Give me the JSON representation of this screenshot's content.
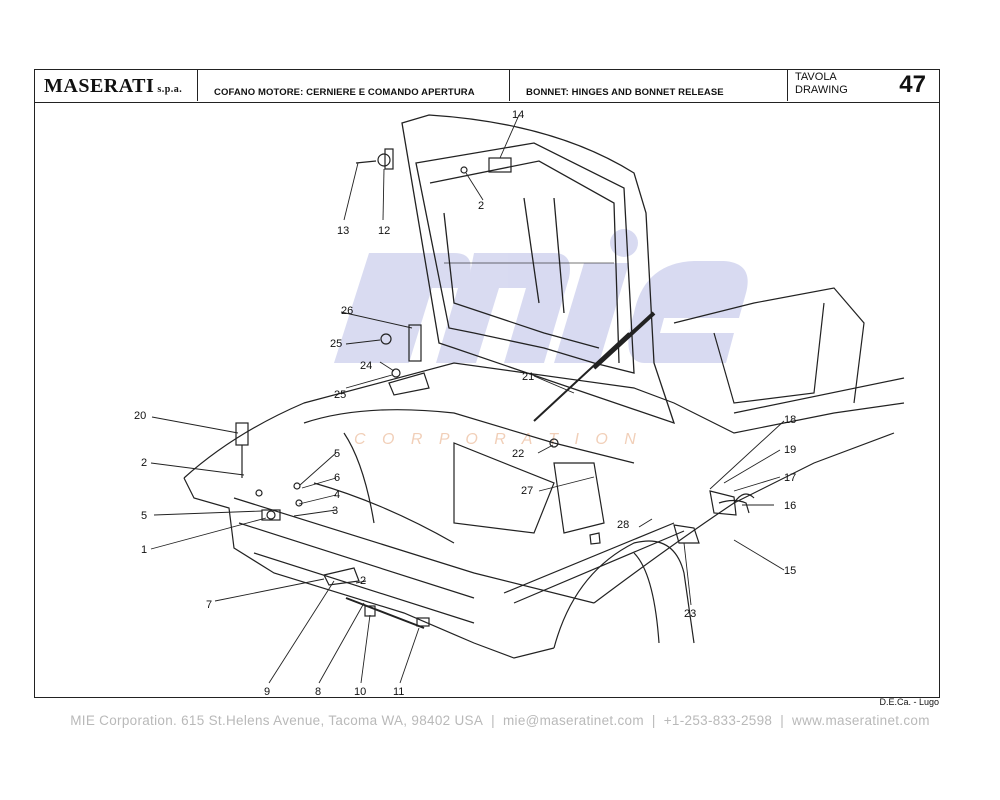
{
  "header": {
    "brand_name": "MASERATI",
    "brand_suffix": "s.p.a.",
    "title_it": "COFANO MOTORE: CERNIERE E COMANDO APERTURA",
    "title_en": "BONNET: HINGES AND BONNET RELEASE",
    "table_label_it": "TAVOLA",
    "table_label_en": "DRAWING",
    "table_number": "47"
  },
  "watermark": {
    "logo_text": "mie",
    "subtitle": "C O R P O R A T I O N"
  },
  "credit": "D.E.Ca. - Lugo",
  "footer": {
    "company": "MIE Corporation. 615 St.Helens Avenue, Tacoma WA, 98402 USA",
    "email": "mie@maseratinet.com",
    "phone": "+1-253-833-2598",
    "website": "www.maseratinet.com",
    "separator": "|"
  },
  "callouts": [
    "1",
    "2",
    "2",
    "2",
    "3",
    "4",
    "5",
    "5",
    "6",
    "7",
    "8",
    "9",
    "10",
    "11",
    "12",
    "13",
    "14",
    "15",
    "16",
    "17",
    "18",
    "19",
    "20",
    "21",
    "22",
    "23",
    "24",
    "25",
    "25",
    "26",
    "27",
    "28"
  ]
}
